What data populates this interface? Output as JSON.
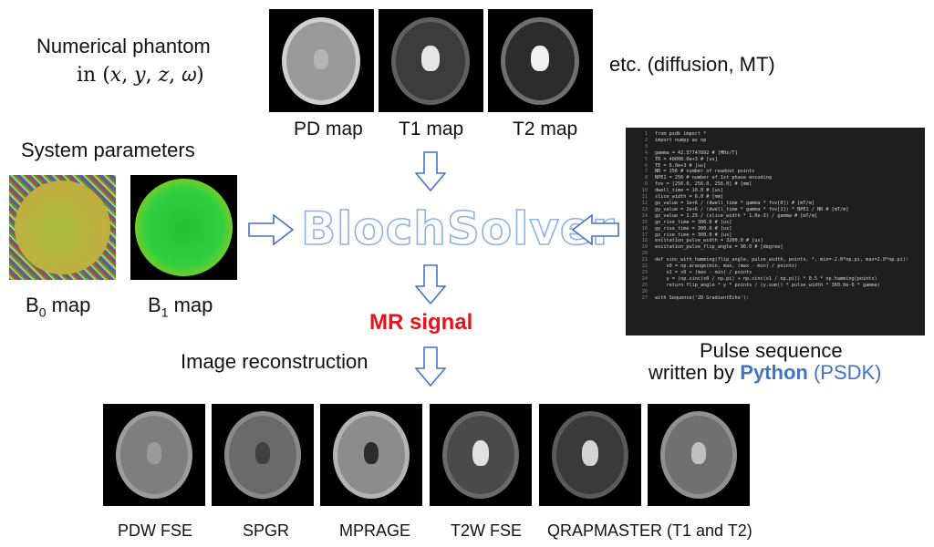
{
  "labels": {
    "phantom_line1": "Numerical phantom",
    "phantom_line2": "in (𝑥, 𝑦, 𝑧, 𝜔)",
    "etc": "etc. (diffusion, MT)",
    "pd_map": "PD map",
    "t1_map": "T1 map",
    "t2_map": "T2 map",
    "system_params": "System parameters",
    "b0_map": "B",
    "b0_sub": "0",
    "b0_suffix": " map",
    "b1_map": "B",
    "b1_sub": "1",
    "b1_suffix": " map",
    "solver": "BlochSolver",
    "mr_signal": "MR signal",
    "recon": "Image reconstruction",
    "pulse_line1": "Pulse sequence",
    "pulse_line2_prefix": "written by ",
    "pulse_python": "Python",
    "pulse_psdk": " (PSDK)",
    "out_pdw": "PDW FSE",
    "out_spgr": "SPGR",
    "out_mprage": "MPRAGE",
    "out_t2w": "T2W FSE",
    "out_qrap": "QRAPMASTER (T1 and T2)"
  },
  "code_lines": [
    {
      "n": "1",
      "text": "from psdk import *"
    },
    {
      "n": "2",
      "text": "import numpy as np"
    },
    {
      "n": "3",
      "text": ""
    },
    {
      "n": "4",
      "text": "gamma = 42.57747892 # [MHz/T]"
    },
    {
      "n": "5",
      "text": "TR = 40000.0e+3 # [us]"
    },
    {
      "n": "6",
      "text": "TE = 6.0e+3 # [us]"
    },
    {
      "n": "7",
      "text": "NR = 256 # number of readout points"
    },
    {
      "n": "8",
      "text": "NPE1 = 256 # number of 1st phase encoding"
    },
    {
      "n": "9",
      "text": "fov = [256.0, 256.0, 256.0] # [mm]"
    },
    {
      "n": "10",
      "text": "dwell_time = 10.0 # [us]"
    },
    {
      "n": "11",
      "text": "slice_width = 6.0 # [mm]"
    },
    {
      "n": "12",
      "text": "gx_value = 1e+6 / (dwell_time * gamma * fov[0]) # [mT/m]"
    },
    {
      "n": "13",
      "text": "gy_value = 2e+6 / (dwell_time * gamma * fov[1]) * NPE1 / NR # [mT/m]"
    },
    {
      "n": "14",
      "text": "gz_value = 1.25 / (slice_width * 1.0e-3) / gamma # [mT/m]"
    },
    {
      "n": "15",
      "text": "gx_rise_time = 300.0 # [us]"
    },
    {
      "n": "16",
      "text": "gy_rise_time = 300.0 # [us]"
    },
    {
      "n": "17",
      "text": "gz_rise_time = 300.0 # [us]"
    },
    {
      "n": "18",
      "text": "excitation_pulse_width = 3200.0 # [us]"
    },
    {
      "n": "19",
      "text": "excitation_pulse_flip_angle = 90.0 # [degree]"
    },
    {
      "n": "20",
      "text": ""
    },
    {
      "n": "21",
      "text": "def sinc_with_hamming(flip_angle, pulse_width, points, *, min=-2.0*np.pi, max=2.0*np.pi):"
    },
    {
      "n": "22",
      "text": "    x0 = np.arange(min, max, (max - min) / points)"
    },
    {
      "n": "23",
      "text": "    x1 = x0 + (max - min) / points"
    },
    {
      "n": "24",
      "text": "    y = (np.sinc(x0 / np.pi) + np.sinc(x1 / np.pi)) * 0.5 * np.hamming(points)"
    },
    {
      "n": "25",
      "text": "    return flip_angle * y * points / (y.sum() * pulse_width * 360.0e-6 * gamma)"
    },
    {
      "n": "26",
      "text": ""
    },
    {
      "n": "27",
      "text": "with Sequence('2D GradientEcho'):"
    }
  ],
  "colors": {
    "arrow_stroke": "#4472c4",
    "solver_outline": "#8fb2e4",
    "mr_signal": "#e8121a",
    "python": "#4472c4",
    "code_bg": "#1e1e1e"
  }
}
